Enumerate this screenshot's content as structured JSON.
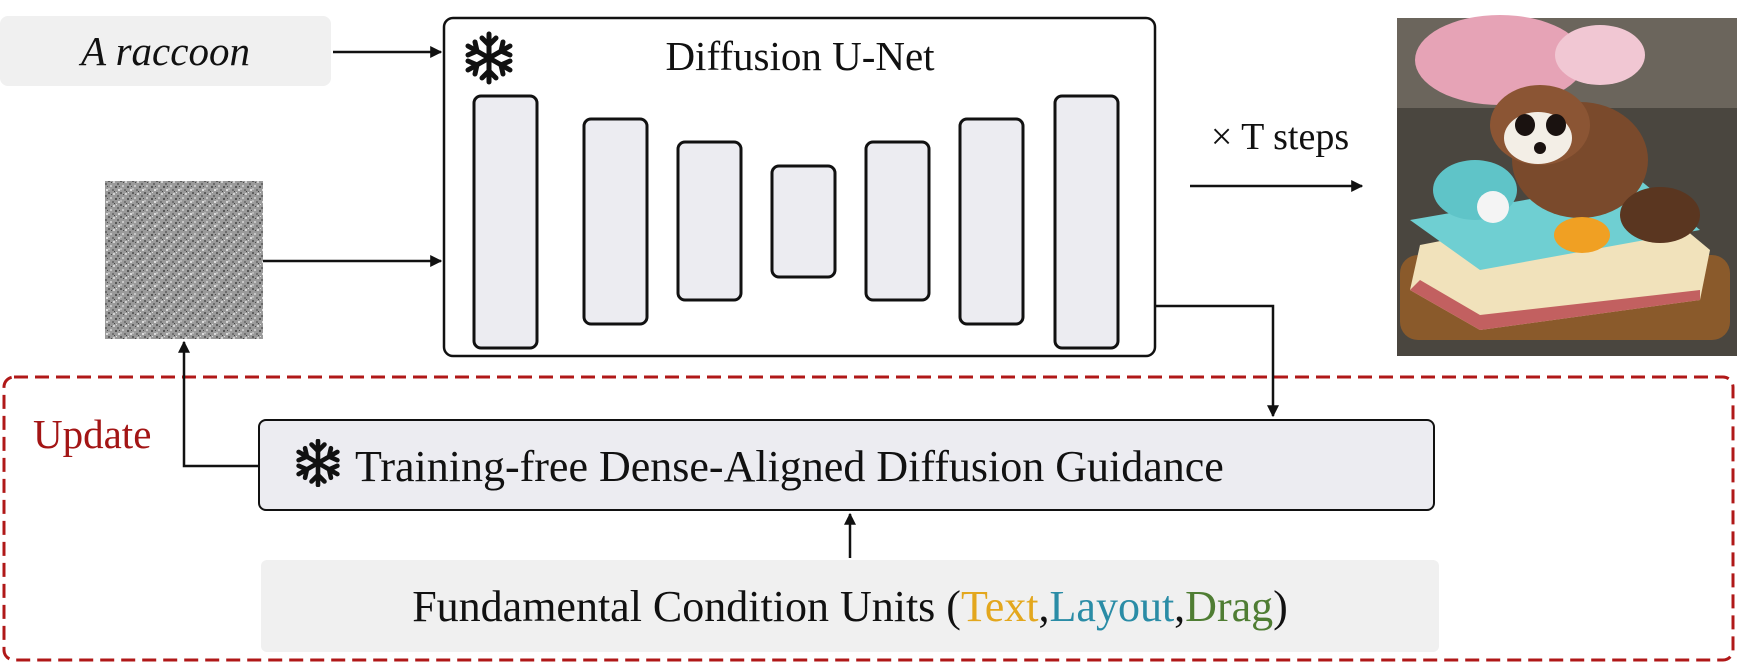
{
  "prompt": {
    "text": "A raccoon"
  },
  "unet": {
    "title": "Diffusion U-Net",
    "frozen_icon": "snowflake-icon"
  },
  "steps_label": "× T steps",
  "update_label": "Update",
  "guidance": {
    "title": "Training-free Dense-Aligned Diffusion Guidance",
    "frozen_icon": "snowflake-icon"
  },
  "condition_units": {
    "prefix": "Fundamental Condition Units (",
    "items": [
      "Text",
      "Layout",
      "Drag"
    ],
    "separator": ", ",
    "suffix": ")"
  },
  "colors": {
    "update": "#a31515",
    "dashed_frame": "#b01818",
    "text_unit": "#e3a71d",
    "layout_unit": "#2a8ca6",
    "drag_unit": "#4f7d33",
    "unet_block_fill": "#ececf1"
  }
}
